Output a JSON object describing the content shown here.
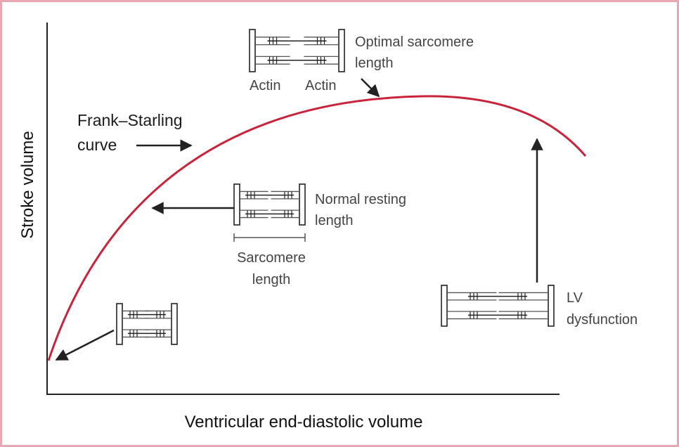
{
  "axes": {
    "x_label": "Ventricular end-diastolic volume",
    "y_label": "Stroke volume"
  },
  "curve": {
    "label_line1": "Frank–Starling",
    "label_line2": "curve",
    "color": "#c8243c"
  },
  "annotations": {
    "optimal": {
      "line1": "Optimal sarcomere",
      "line2": "length",
      "actin_left": "Actin",
      "actin_right": "Actin"
    },
    "normal": {
      "line1": "Normal resting",
      "line2": "length"
    },
    "sarcomere": {
      "line1": "Sarcomere",
      "line2": "length"
    },
    "lv": {
      "line1": "LV",
      "line2": "dysfunction"
    }
  },
  "colors": {
    "frame": "#e8a8b2",
    "ink": "#222222",
    "sarcomere_line": "#555555"
  }
}
